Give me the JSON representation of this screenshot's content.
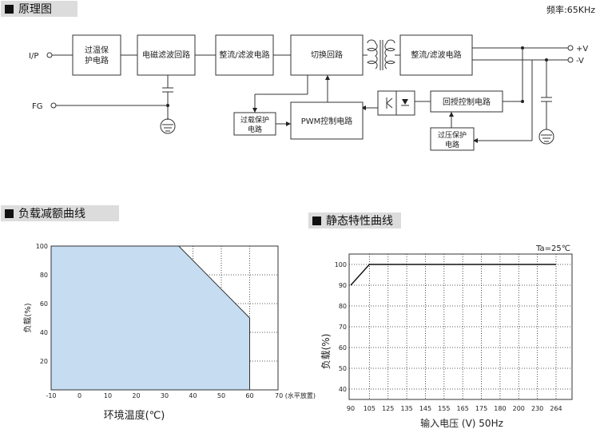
{
  "sections": {
    "schematic": "原理图",
    "derating": "负载减额曲线",
    "static": "静态特性曲线"
  },
  "frequency": "频率:65KHz",
  "block_diagram": {
    "terminals": {
      "ip": "I/P",
      "fg": "FG",
      "vplus": "+V",
      "vminus": "-V"
    },
    "blocks": {
      "overtemp": [
        "过温保",
        "护电路"
      ],
      "emi": "电磁滤波回路",
      "rectifier1": "整流/滤波电路",
      "switch": "切换回路",
      "rectifier2": "整流/滤波电路",
      "overload": [
        "过载保护",
        "电路"
      ],
      "pwm": "PWM控制电路",
      "feedback": "回授控制电路",
      "overvoltage": [
        "过压保护",
        "电路"
      ]
    }
  },
  "chart_data": [
    {
      "type": "area",
      "title": "负载减额曲线",
      "xlabel": "环境温度(℃)",
      "ylabel": "负载(%)",
      "x_tick_labels": [
        "-10",
        "0",
        "10",
        "20",
        "30",
        "40",
        "50",
        "60",
        "70 (水平放置)"
      ],
      "y_tick_labels": [
        "20",
        "40",
        "60",
        "80",
        "100"
      ],
      "xlim": [
        -10,
        70
      ],
      "ylim": [
        0,
        100
      ],
      "grid": true,
      "series": [
        {
          "x": [
            -10,
            35,
            60,
            60
          ],
          "y": [
            100,
            100,
            50,
            0
          ]
        }
      ]
    },
    {
      "type": "line",
      "title": "静态特性曲线",
      "annotation": "Ta=25℃",
      "xlabel": "输入电压 (V) 50Hz",
      "ylabel": "负载(%)",
      "categories": [
        "90",
        "105",
        "125",
        "135",
        "145",
        "155",
        "165",
        "175",
        "180",
        "200",
        "230",
        "264"
      ],
      "y_tick_labels": [
        "40",
        "50",
        "60",
        "70",
        "80",
        "90",
        "100"
      ],
      "ylim": [
        35,
        105
      ],
      "grid": true,
      "series": [
        {
          "x": [
            "90",
            "105",
            "264"
          ],
          "y": [
            90,
            100,
            100
          ]
        }
      ]
    }
  ]
}
